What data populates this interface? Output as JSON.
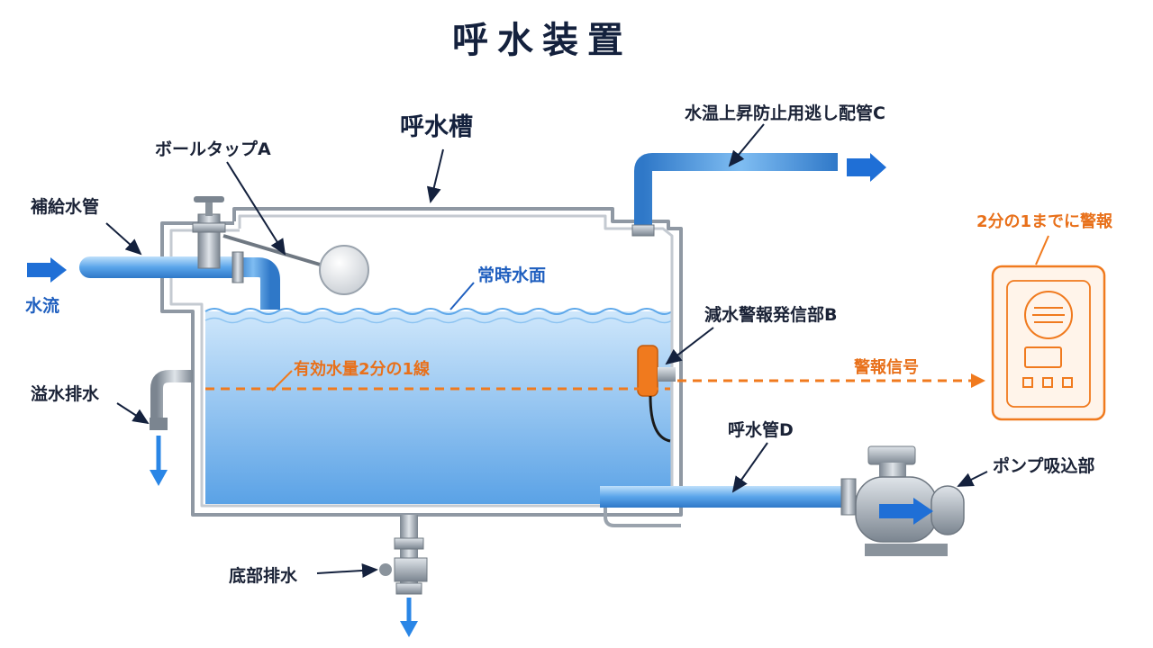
{
  "title": "呼水装置",
  "labels": {
    "tank": "呼水槽",
    "ball_tap": "ボールタップA",
    "supply_pipe": "補給水管",
    "water_flow": "水流",
    "normal_level": "常時水面",
    "effective_line": "有効水量2分の1線",
    "overflow": "溢水排水",
    "bottom_drain": "底部排水",
    "escape_pipe": "水温上昇防止用逃し配管C",
    "alarm_unit": "減水警報発信部B",
    "alarm_signal": "警報信号",
    "alarm_threshold": "2分の1までに警報",
    "priming_pipe": "呼水管D",
    "pump_suction": "ポンプ吸込部"
  },
  "colors": {
    "water": "#8fc6f2",
    "pipe_blue": "#4a98e0",
    "tank_wall": "#9aa3ad",
    "alarm_orange": "#f07a1e",
    "label_navy": "#14213d",
    "arrow_blue": "#1f6fd6"
  }
}
